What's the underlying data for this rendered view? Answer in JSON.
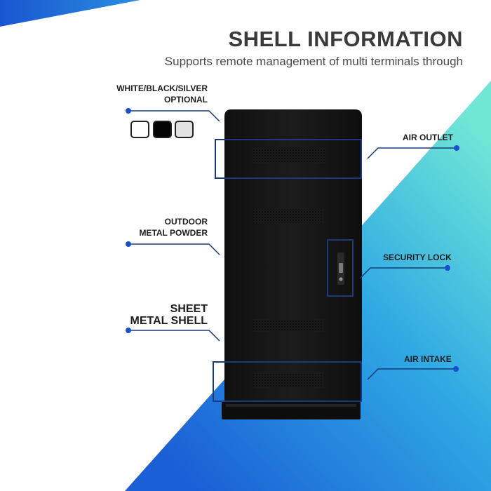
{
  "header": {
    "title": "SHELL INFORMATION",
    "subtitle": "Supports remote management of multi terminals through"
  },
  "features": {
    "color_options": {
      "line1": "WHITE/BLACK/SILVER",
      "line2": "OPTIONAL"
    },
    "outdoor_metal_powder": {
      "line1": "OUTDOOR",
      "line2": "METAL POWDER"
    },
    "sheet_metal_shell": {
      "line1": "SHEET",
      "line2": "METAL SHELL"
    },
    "air_outlet": "AIR OUTLET",
    "security_lock": "SECURITY LOCK",
    "air_intake": "AIR INTAKE"
  },
  "swatches": [
    {
      "name": "white",
      "color": "#ffffff"
    },
    {
      "name": "black",
      "color": "#050505"
    },
    {
      "name": "silver",
      "color": "#e2e2e2"
    }
  ],
  "colors": {
    "accent_blue": "#1a4fd0",
    "accent_teal": "#5fe0d0",
    "callout_line": "#1a3a7a",
    "cabinet": "#161616"
  }
}
